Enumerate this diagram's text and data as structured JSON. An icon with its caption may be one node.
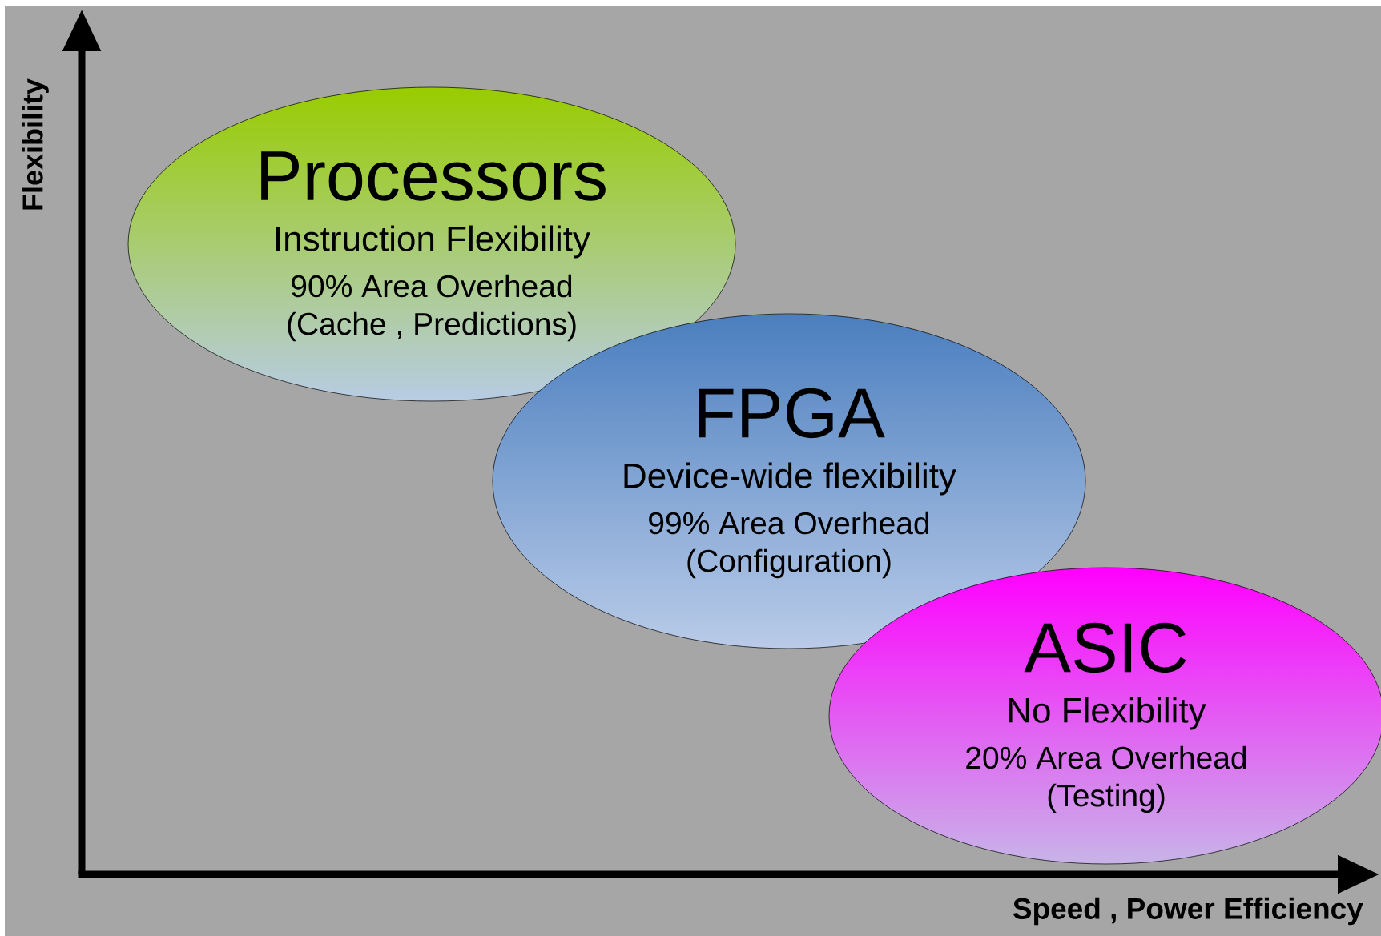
{
  "diagram": {
    "nodes": [
      {
        "text": [
          "Processors",
          "Instruction Flexibility",
          "90% Area Overhead",
          "(Cache , Predictions)"
        ]
      },
      {
        "text": [
          "FPGA",
          "Device-wide flexibility",
          "99% Area Overhead",
          "(Configuration)"
        ]
      },
      {
        "text": [
          "ASIC",
          "No Flexibility",
          "20% Area Overhead",
          "(Testing)"
        ]
      }
    ],
    "labels": [
      "Flexibility",
      "Speed , Power Efficiency"
    ]
  }
}
